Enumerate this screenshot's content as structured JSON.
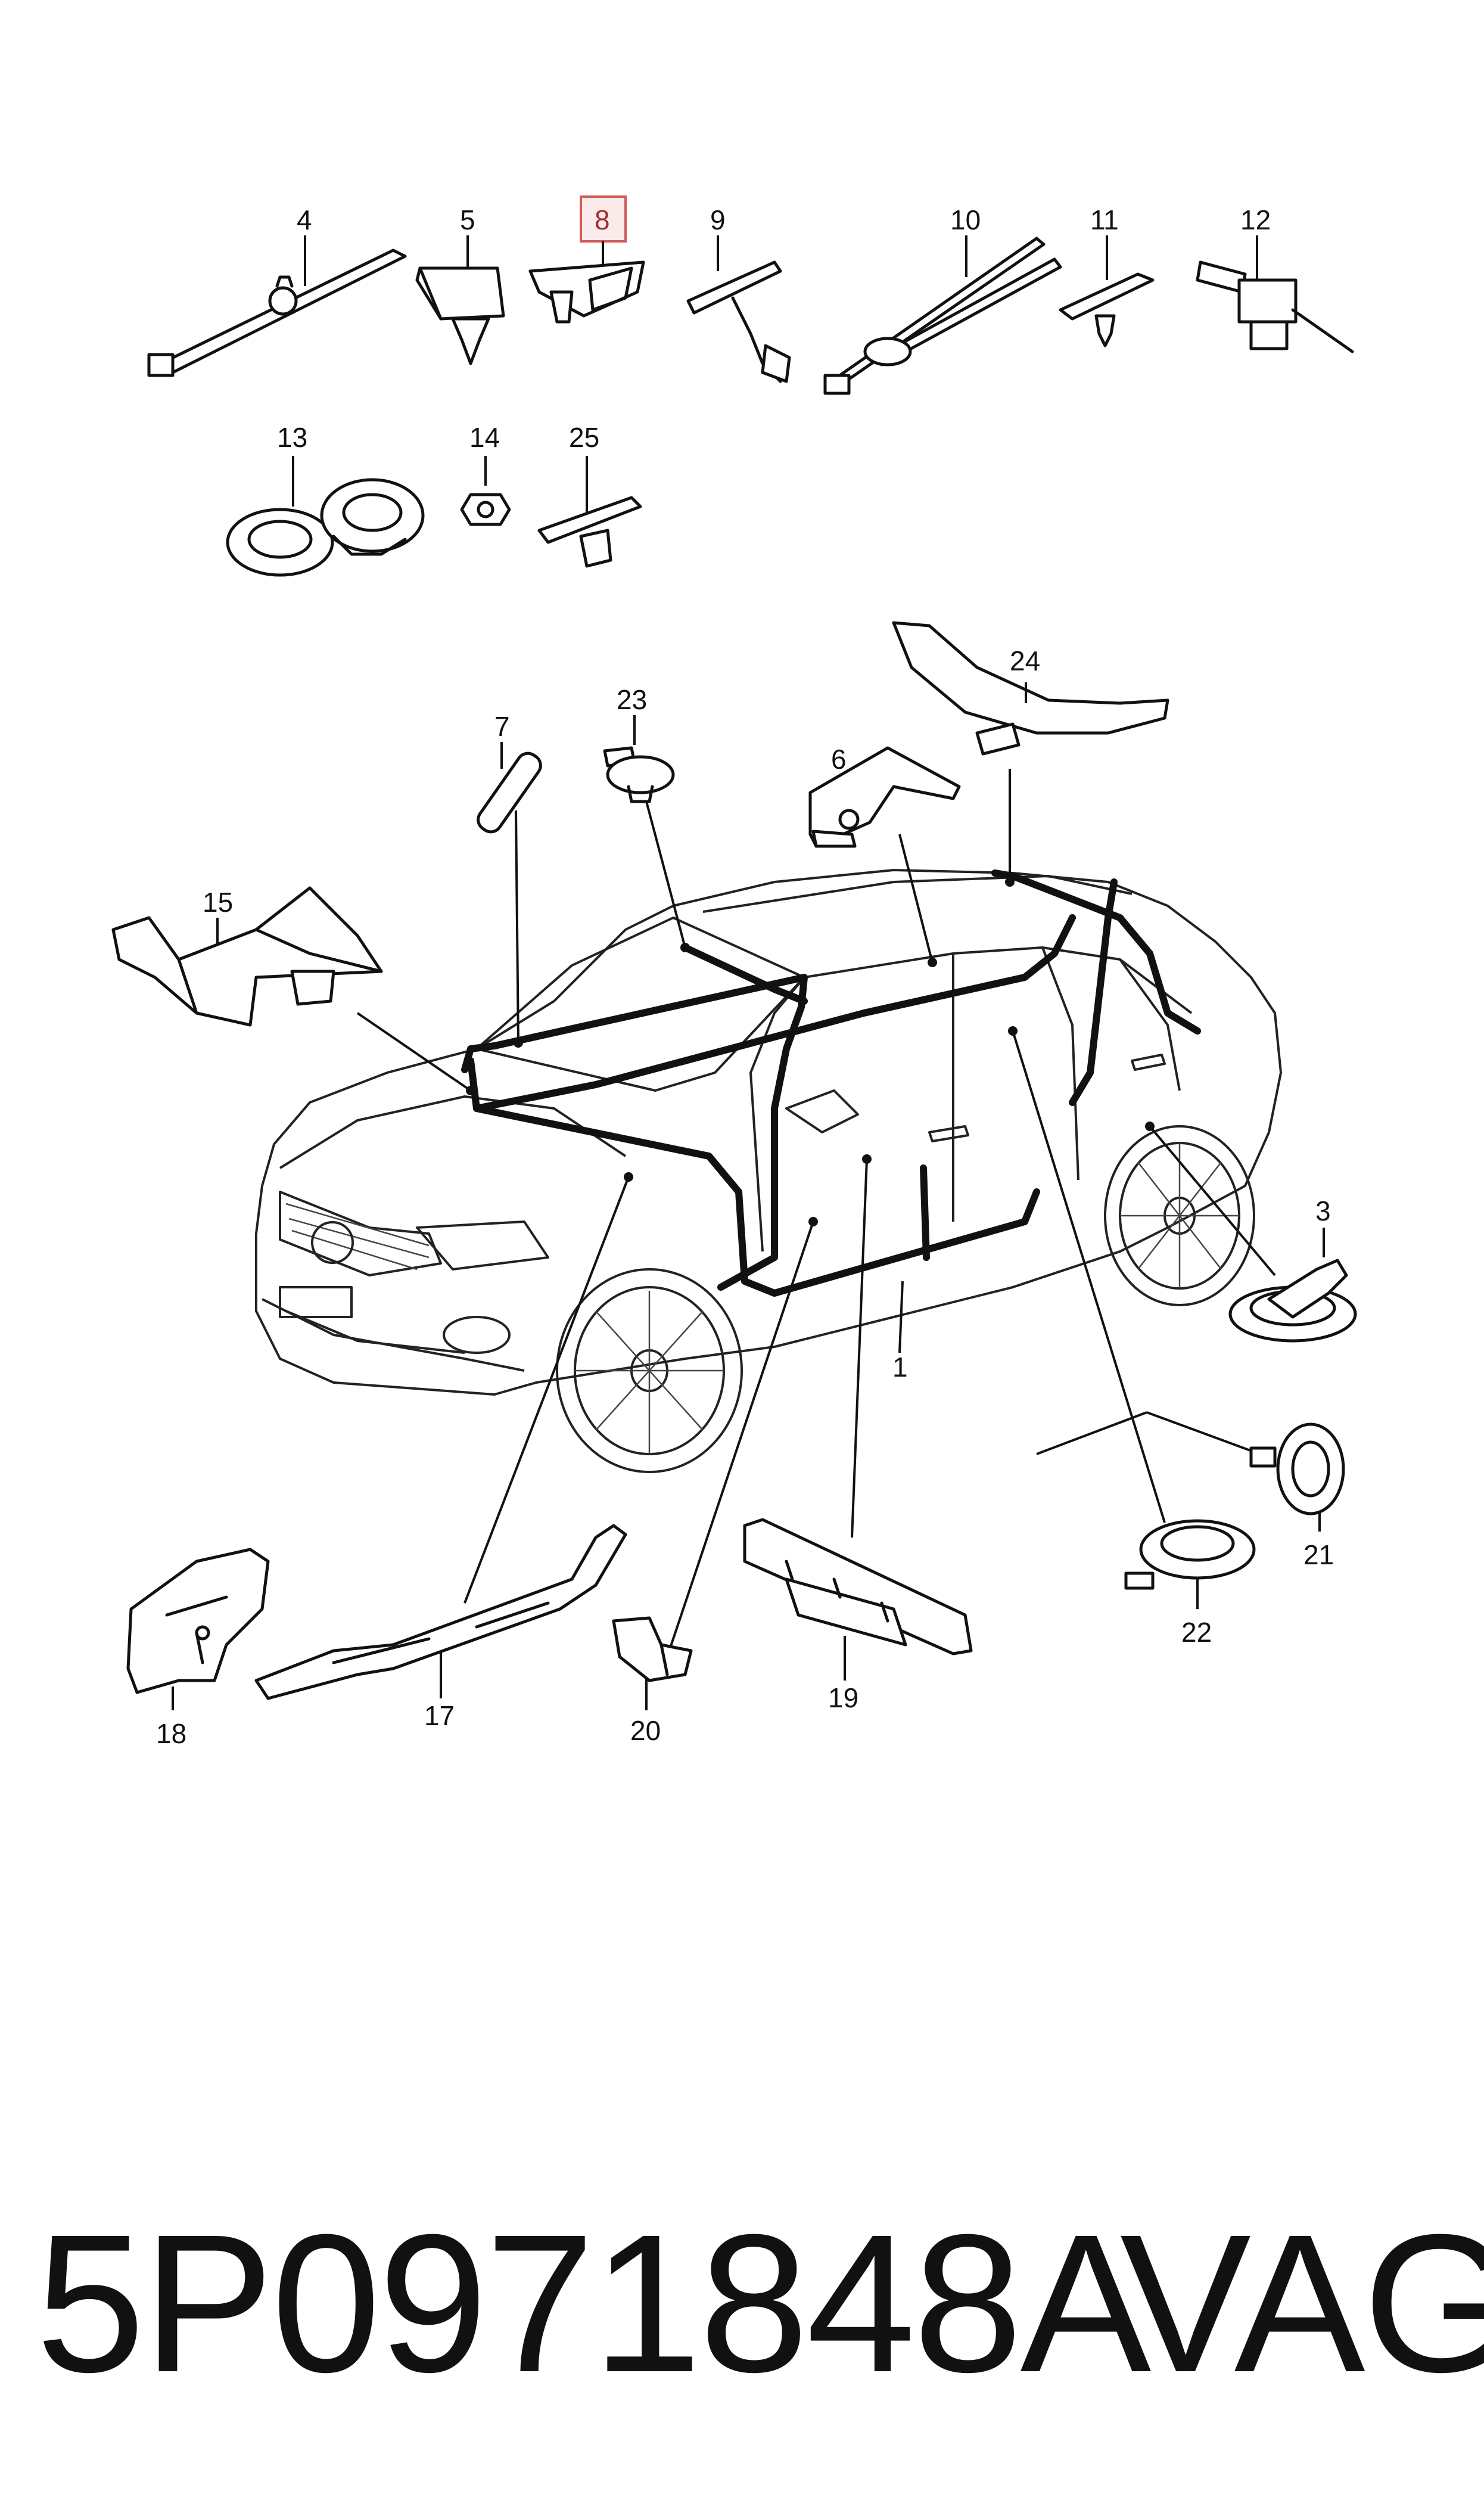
{
  "callouts": {
    "c1": "1",
    "c3": "3",
    "c4": "4",
    "c5": "5",
    "c6": "6",
    "c7": "7",
    "c8": "8",
    "c9": "9",
    "c10": "10",
    "c11": "11",
    "c12": "12",
    "c13": "13",
    "c14": "14",
    "c15": "15",
    "c17": "17",
    "c18": "18",
    "c19": "19",
    "c20": "20",
    "c21": "21",
    "c22": "22",
    "c23": "23",
    "c24": "24",
    "c25": "25"
  },
  "highlighted_callout": "8",
  "footer": {
    "part_number": "5P0971848A",
    "brand": "VAG"
  },
  "colors": {
    "highlight_fill": "#fbeaea",
    "highlight_stroke": "#d05a5a",
    "line": "#111111"
  }
}
